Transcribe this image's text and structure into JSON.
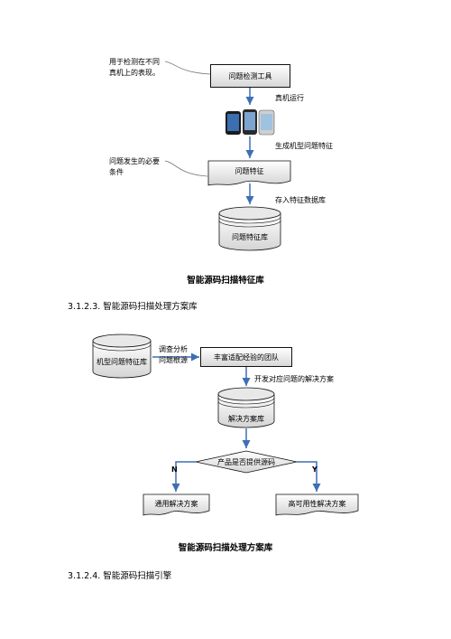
{
  "figure1": {
    "note_top": "用于检测在不同\n真机上的表现。",
    "tool_box": "问题检测工具",
    "label_run": "真机运行",
    "label_generate": "生成机型问题特征",
    "note_condition": "问题发生的必要\n条件",
    "feature_box": "问题特征",
    "label_store": "存入特征数据库",
    "db_label": "问题特征库",
    "caption": "智能源码扫描特征库"
  },
  "heading_1": "3.1.2.3. 智能源码扫描处理方案库",
  "figure2": {
    "db_model": "机型问题特征库",
    "label_analyze": "调查分析\n问题根源",
    "team_box": "丰富适配经验的团队",
    "label_develop": "开发对应问题的解决方案",
    "db_solution": "解决方案库",
    "decision": "产品是否提供源码",
    "label_n": "N",
    "label_y": "Y",
    "left_doc": "通用解决方案",
    "right_doc": "高可用性解决方案",
    "caption": "智能源码扫描处理方案库"
  },
  "heading_2": "3.1.2.4. 智能源码扫描引擎",
  "colors": {
    "arrow": "#3d6fb4",
    "line": "#111111",
    "db_top": "#d9d9d9"
  }
}
